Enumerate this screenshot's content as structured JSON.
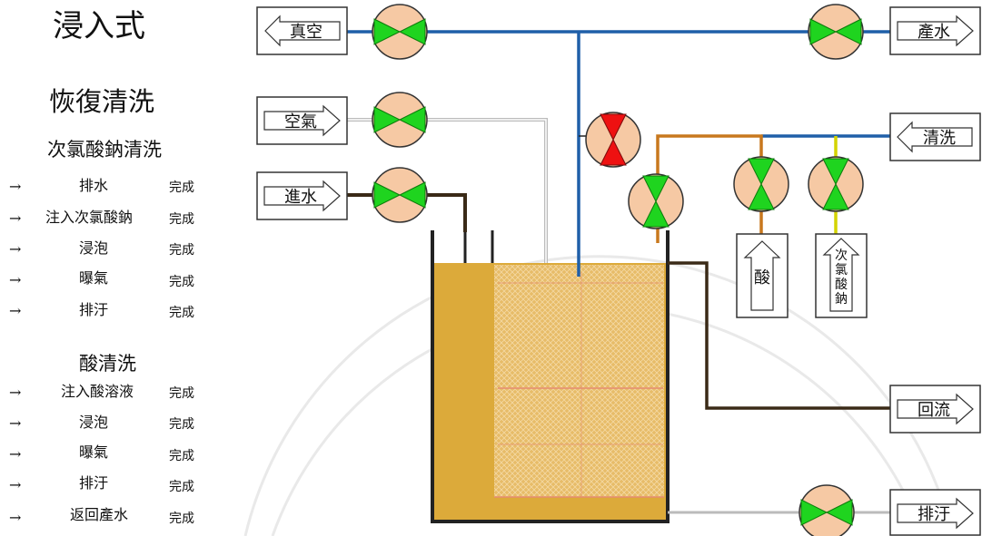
{
  "title": "浸入式",
  "subtitle": "恢復清洗",
  "sections": [
    {
      "name": "次氯酸鈉清洗",
      "steps": [
        {
          "label": "排水",
          "status": "完成"
        },
        {
          "label": "注入次氯酸鈉",
          "status": "完成"
        },
        {
          "label": "浸泡",
          "status": "完成"
        },
        {
          "label": "曝氣",
          "status": "完成"
        },
        {
          "label": "排汙",
          "status": "完成"
        }
      ]
    },
    {
      "name": "酸清洗",
      "steps": [
        {
          "label": "注入酸溶液",
          "status": "完成"
        },
        {
          "label": "浸泡",
          "status": "完成"
        },
        {
          "label": "曝氣",
          "status": "完成"
        },
        {
          "label": "排汙",
          "status": "完成"
        },
        {
          "label": "返回產水",
          "status": "完成"
        }
      ]
    }
  ],
  "step_arrow": "→",
  "ports": {
    "vacuum": "真空",
    "air": "空氣",
    "inlet": "進水",
    "product": "產水",
    "cleaning": "清洗",
    "return_flow": "回流",
    "drain": "排汙",
    "acid": "酸",
    "hypo_1": "次",
    "hypo_2": "氯",
    "hypo_3": "酸",
    "hypo_4": "鈉"
  },
  "colors": {
    "pipe_blue": "#1f5fa8",
    "pipe_brown": "#3a2a17",
    "pipe_orange": "#c8781e",
    "pipe_yellow": "#d4d400",
    "valve_body": "#f6c9a4",
    "valve_open": "#1fd41f",
    "valve_closed": "#ee1111",
    "tank_liquid": "#dcaa3a",
    "membrane": "#e7bc68"
  },
  "valves": [
    {
      "id": "vacuum-valve",
      "state": "open"
    },
    {
      "id": "product-valve",
      "state": "open"
    },
    {
      "id": "air-valve",
      "state": "open"
    },
    {
      "id": "inlet-valve",
      "state": "open"
    },
    {
      "id": "cleaning-valve",
      "state": "closed"
    },
    {
      "id": "tank-cleaning-valve",
      "state": "open"
    },
    {
      "id": "acid-valve",
      "state": "open"
    },
    {
      "id": "hypo-valve",
      "state": "open"
    },
    {
      "id": "drain-valve",
      "state": "open"
    }
  ]
}
